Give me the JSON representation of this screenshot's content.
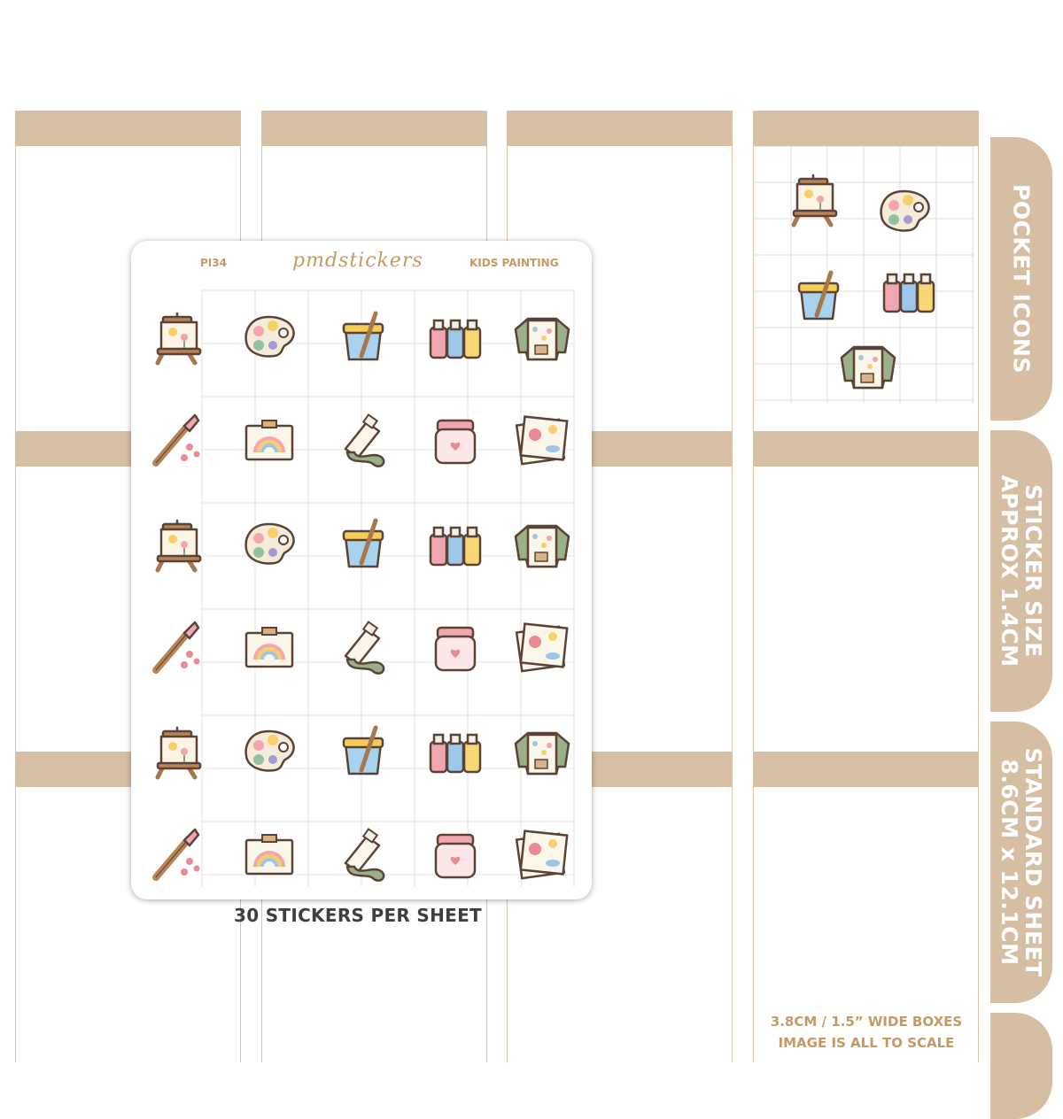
{
  "sheet": {
    "code": "PI34",
    "brand": "pmdstickers",
    "title": "KIDS PAINTING",
    "icon_rows": [
      [
        "easel-icon",
        "palette-icon",
        "paint-cup-icon",
        "paint-bottles-icon",
        "smock-icon"
      ],
      [
        "paintbrush-icon",
        "rainbow-picture-icon",
        "paint-tube-icon",
        "paint-jar-icon",
        "handprint-art-icon"
      ],
      [
        "easel-icon",
        "palette-icon",
        "paint-cup-icon",
        "paint-bottles-icon",
        "smock-icon"
      ],
      [
        "paintbrush-icon",
        "rainbow-picture-icon",
        "paint-tube-icon",
        "paint-jar-icon",
        "handprint-art-icon"
      ],
      [
        "easel-icon",
        "palette-icon",
        "paint-cup-icon",
        "paint-bottles-icon",
        "smock-icon"
      ],
      [
        "paintbrush-icon",
        "rainbow-picture-icon",
        "paint-tube-icon",
        "paint-jar-icon",
        "handprint-art-icon"
      ]
    ]
  },
  "caption": {
    "count": "30 STICKERS PER SHEET",
    "scale_line_1": "3.8CM / 1.5” WIDE BOXES",
    "scale_line_2": "IMAGE IS ALL TO SCALE"
  },
  "tabs": {
    "pocket": "POCKET ICONS",
    "size_line_1": "STICKER SIZE",
    "size_line_2": "APPROX 1.4CM",
    "sheet_line_1": "STANDARD SHEET",
    "sheet_line_2": "8.6CM x 12.1CM"
  },
  "preview_icons": [
    "easel-icon",
    "palette-icon",
    "paint-cup-icon",
    "paint-bottles-icon",
    "smock-icon"
  ],
  "colors": {
    "band": "#d7bfa3",
    "tab": "#d6bea3",
    "accent_text": "#c39a67",
    "caption_text": "#3e3e3e"
  }
}
